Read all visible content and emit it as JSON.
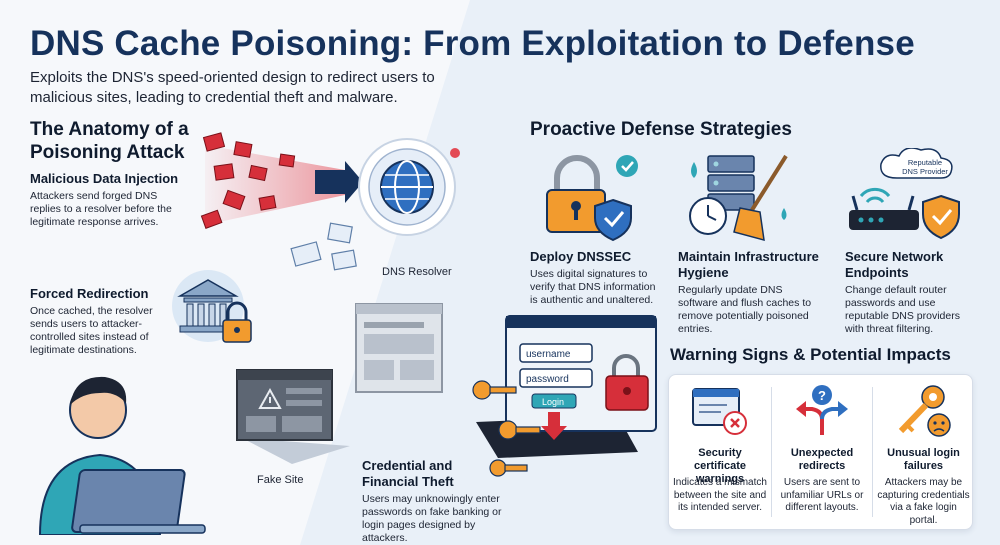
{
  "header": {
    "title": "DNS Cache Poisoning: From Exploitation to Defense",
    "subtitle": "Exploits the DNS's speed-oriented design to redirect users to malicious sites, leading to credential theft and malware."
  },
  "anatomy": {
    "heading": "The Anatomy of a Poisoning Attack",
    "items": [
      {
        "title": "Malicious Data Injection",
        "text": "Attackers send forged DNS replies to a resolver before the legitimate response arrives."
      },
      {
        "title": "Forced Redirection",
        "text": "Once cached, the resolver sends users to attacker-controlled sites instead of legitimate destinations."
      }
    ],
    "labels": {
      "resolver": "DNS Resolver",
      "fake_site": "Fake Site",
      "username": "username",
      "password": "password",
      "login": "Login"
    },
    "credential": {
      "title": "Credential and Financial Theft",
      "text": "Users may unknowingly enter passwords on fake banking or login pages designed by attackers."
    }
  },
  "defense": {
    "heading": "Proactive Defense Strategies",
    "provider_label": "Reputable DNS Provider",
    "items": [
      {
        "title": "Deploy DNSSEC",
        "text": "Uses digital signatures to verify that DNS information is authentic and unaltered."
      },
      {
        "title": "Maintain Infrastructure Hygiene",
        "text": "Regularly update DNS software and flush caches to remove potentially poisoned entries."
      },
      {
        "title": "Secure Network Endpoints",
        "text": "Change default router passwords and use reputable DNS providers with threat filtering."
      }
    ]
  },
  "warnings": {
    "heading": "Warning Signs & Potential Impacts",
    "items": [
      {
        "title": "Security certificate warnings",
        "text": "Indicates a mismatch between the site and its intended server."
      },
      {
        "title": "Unexpected redirects",
        "text": "Users are sent to unfamiliar URLs or different layouts."
      },
      {
        "title": "Unusual login failures",
        "text": "Attackers may be capturing credentials via a fake login portal."
      }
    ]
  },
  "colors": {
    "navy": "#16325c",
    "red": "#d62f3a",
    "orange": "#f29b2e",
    "blue": "#2f6fc0",
    "teal": "#2fa6b6"
  }
}
